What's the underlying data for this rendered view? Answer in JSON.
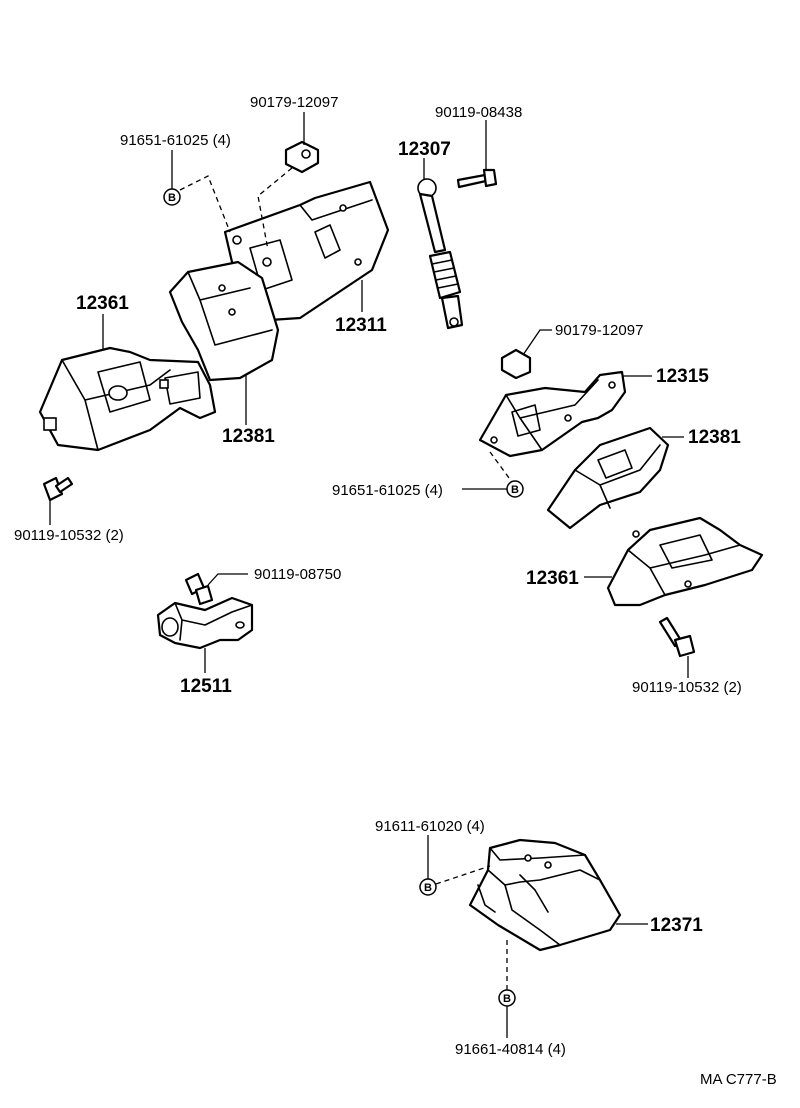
{
  "labels": {
    "p_90179_top": "90179-12097",
    "p_91651_top": "91651-61025 (4)",
    "p_90119_08438": "90119-08438",
    "p_12307": "12307",
    "p_12311": "12311",
    "p_12361_left": "12361",
    "p_12381_left": "12381",
    "p_90119_10532_left": "90119-10532 (2)",
    "p_90179_right": "90179-12097",
    "p_12315": "12315",
    "p_12381_right": "12381",
    "p_91651_right": "91651-61025 (4)",
    "p_12361_right": "12361",
    "p_90119_10532_right": "90119-10532 (2)",
    "p_90119_08750": "90119-08750",
    "p_12511": "12511",
    "p_91611": "91611-61020 (4)",
    "p_12371": "12371",
    "p_91661": "91661-40814 (4)",
    "b_mark": "B",
    "diagram_ref": "MA  C777-B"
  }
}
